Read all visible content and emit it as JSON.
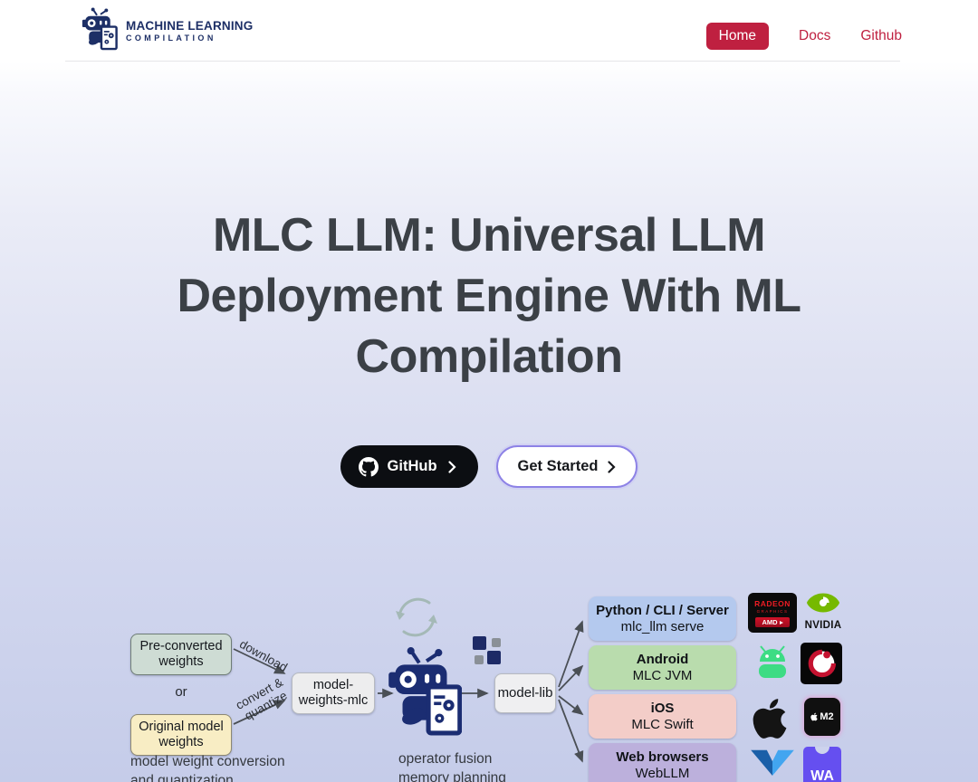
{
  "header": {
    "logo_line1": "MACHINE LEARNING",
    "logo_line2": "COMPILATION",
    "nav": {
      "home": "Home",
      "docs": "Docs",
      "github": "Github"
    }
  },
  "hero": {
    "title_line1": "MLC LLM: Universal LLM",
    "title_line2": "Deployment Engine With ML",
    "title_line3": "Compilation",
    "github_button": "GitHub",
    "get_started_button": "Get Started"
  },
  "diagram": {
    "pre_converted_weights": "Pre-converted weights",
    "or_label": "or",
    "original_weights": "Original model weights",
    "arrow_download": "download",
    "arrow_convert_line1": "convert &",
    "arrow_convert_line2": "quantize",
    "model_weights_mlc": "model-weights-mlc",
    "model_lib": "model-lib",
    "caption_left_line1": "model weight conversion",
    "caption_left_line2": "and quantization",
    "caption_mid_line1": "operator fusion",
    "caption_mid_line2": "memory planning",
    "targets": [
      {
        "title": "Python / CLI / Server",
        "subtitle": "mlc_llm serve",
        "bg": "#b4c9ee"
      },
      {
        "title": "Android",
        "subtitle": "MLC JVM",
        "bg": "#b9dcad"
      },
      {
        "title": "iOS",
        "subtitle": "MLC Swift",
        "bg": "#f3cdc8"
      },
      {
        "title": "Web browsers",
        "subtitle": "WebLLM",
        "bg": "#bcb0dc"
      }
    ],
    "logos": {
      "radeon_line1": "RADEON",
      "radeon_line2": "GRAPHICS",
      "radeon_amd": "AMD",
      "nvidia": "NVIDIA",
      "m2": "M2",
      "webgpu": "WebGPU",
      "wa": "WA"
    }
  },
  "colors": {
    "accent_red": "#bf2040",
    "heading": "#3b4046",
    "logo_navy": "#1d2f66",
    "github_button_bg": "#0c0e12",
    "get_started_border": "#8d82e6"
  }
}
